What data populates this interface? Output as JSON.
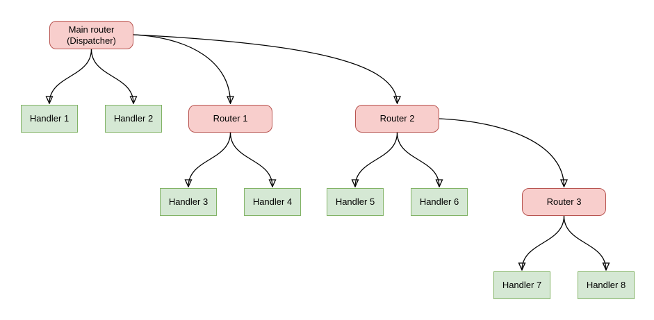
{
  "diagram": {
    "nodes": {
      "main": {
        "label": "Main router\n(Dispatcher)",
        "type": "router"
      },
      "handler1": {
        "label": "Handler 1",
        "type": "handler"
      },
      "handler2": {
        "label": "Handler 2",
        "type": "handler"
      },
      "router1": {
        "label": "Router 1",
        "type": "router"
      },
      "router2": {
        "label": "Router 2",
        "type": "router"
      },
      "handler3": {
        "label": "Handler 3",
        "type": "handler"
      },
      "handler4": {
        "label": "Handler 4",
        "type": "handler"
      },
      "handler5": {
        "label": "Handler 5",
        "type": "handler"
      },
      "handler6": {
        "label": "Handler 6",
        "type": "handler"
      },
      "router3": {
        "label": "Router 3",
        "type": "router"
      },
      "handler7": {
        "label": "Handler 7",
        "type": "handler"
      },
      "handler8": {
        "label": "Handler 8",
        "type": "handler"
      }
    },
    "edges": [
      {
        "from": "main",
        "to": "handler1"
      },
      {
        "from": "main",
        "to": "handler2"
      },
      {
        "from": "main",
        "to": "router1"
      },
      {
        "from": "main",
        "to": "router2"
      },
      {
        "from": "router1",
        "to": "handler3"
      },
      {
        "from": "router1",
        "to": "handler4"
      },
      {
        "from": "router2",
        "to": "handler5"
      },
      {
        "from": "router2",
        "to": "handler6"
      },
      {
        "from": "router2",
        "to": "router3"
      },
      {
        "from": "router3",
        "to": "handler7"
      },
      {
        "from": "router3",
        "to": "handler8"
      }
    ],
    "colors": {
      "router_fill": "#f8cecc",
      "router_border": "#b85450",
      "handler_fill": "#d5e8d4",
      "handler_border": "#82b366",
      "edge": "#000000",
      "background": "#ffffff",
      "text": "#000000"
    }
  }
}
